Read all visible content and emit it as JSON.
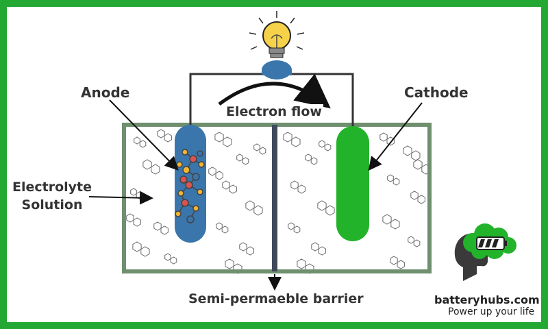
{
  "labels": {
    "anode": "Anode",
    "cathode": "Cathode",
    "electron_flow": "Electron flow",
    "electrolyte_line1": "Electrolyte",
    "electrolyte_line2": "Solution",
    "barrier": "Semi-permaeble barrier"
  },
  "brand": {
    "name": "batteryhubs.com",
    "tagline": "Power up your life"
  },
  "colors": {
    "frame_green": "#22a833",
    "container_border": "#6f8f6f",
    "anode_blue": "#3a76ac",
    "cathode_green": "#22b32a",
    "barrier": "#3f4a5c",
    "bulb_yellow": "#f6d24a",
    "atom_red": "#d9534f",
    "atom_yellow": "#f2b632"
  },
  "icons": [
    "lightbulb-icon",
    "battery-head-icon"
  ]
}
